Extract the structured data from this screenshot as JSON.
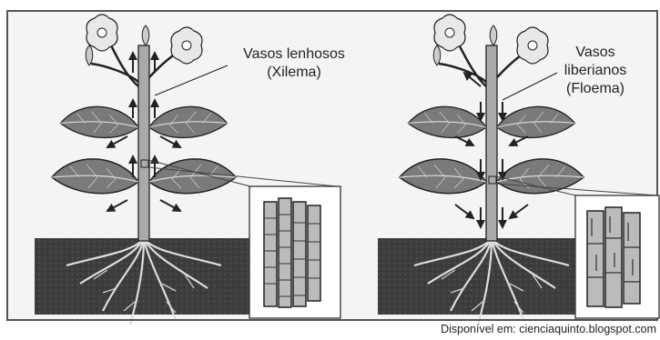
{
  "panels": [
    {
      "label_line1": "Vasos lenhosos",
      "label_line2": "(Xilema)"
    },
    {
      "label_line1": "Vasos",
      "label_line2": "liberianos",
      "label_line3": "(Floema)"
    }
  ],
  "credit": "Disponível em: cienciaquinto.blogspot.com",
  "colors": {
    "soil": "#3a3a3a",
    "stem": "#9a9a9a",
    "leaf": "#6e6e6e",
    "frame": "#555555"
  }
}
